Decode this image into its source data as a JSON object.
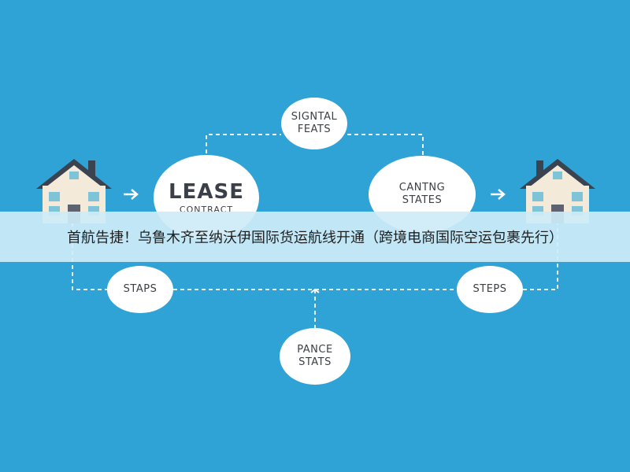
{
  "diagram": {
    "nodes": {
      "lease": {
        "line1": "LEASE",
        "line2": "CONTRACT"
      },
      "canting": {
        "line1": "CANTNG",
        "line2": "STATES"
      },
      "signal": {
        "line1": "SIGNTAL",
        "line2": "FEATS"
      },
      "staps": {
        "line1": "STAPS"
      },
      "steps": {
        "line1": "STEPS"
      },
      "pance": {
        "line1": "PANCE",
        "line2": "STATS"
      }
    },
    "icons": {
      "left": "house-icon",
      "right": "house-icon"
    },
    "colors": {
      "background": "#2fa3d6",
      "bubble": "#ffffff",
      "banner": "#ceecf7"
    }
  },
  "banner": {
    "text": "首航告捷！乌鲁木齐至纳沃伊国际货运航线开通（跨境电商国际空运包裹先行）"
  }
}
